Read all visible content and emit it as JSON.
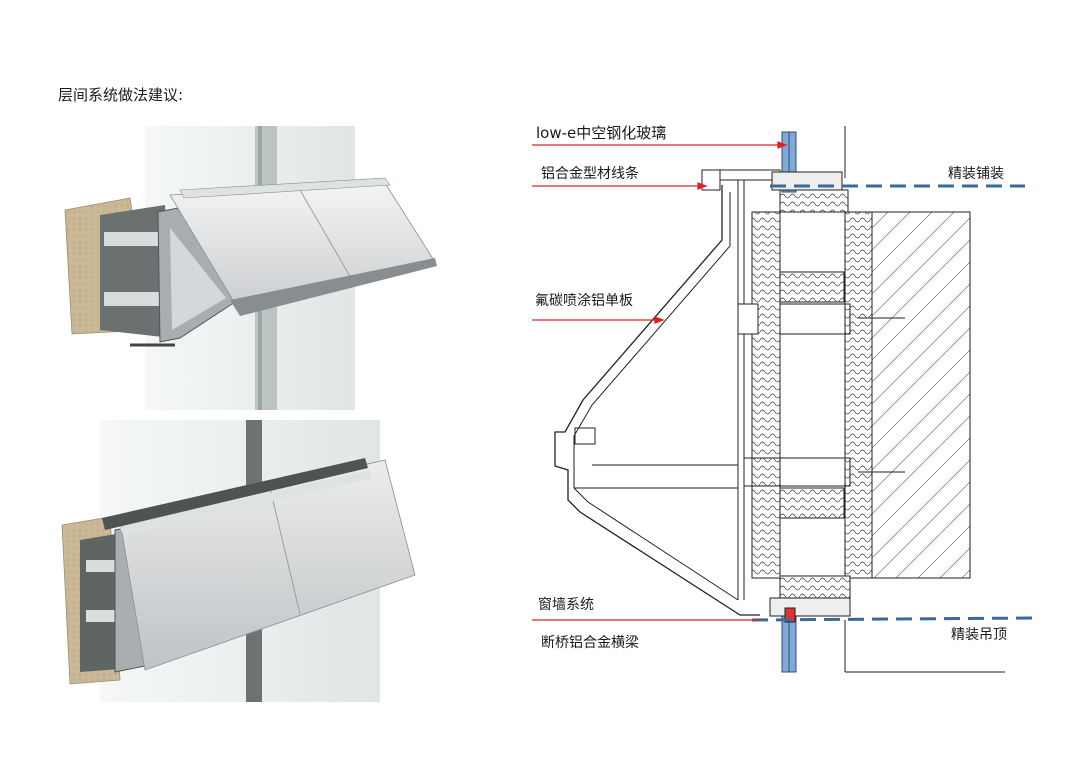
{
  "page": {
    "title": "层间系统做法建议:"
  },
  "labels": {
    "glass": "low-e中空钢化玻璃",
    "profile_strip": "铝合金型材线条",
    "fluorocarbon_panel": "氟碳喷涂铝单板",
    "curtain_wall": "窗墙系统",
    "crossbeam": "断桥铝合金横梁",
    "floor_finish": "精装铺装",
    "ceiling_finish": "精装吊顶"
  },
  "colors": {
    "leader_line": "#e02020",
    "finish_line": "#3a6a9c",
    "glass": "#7fa9d6"
  }
}
